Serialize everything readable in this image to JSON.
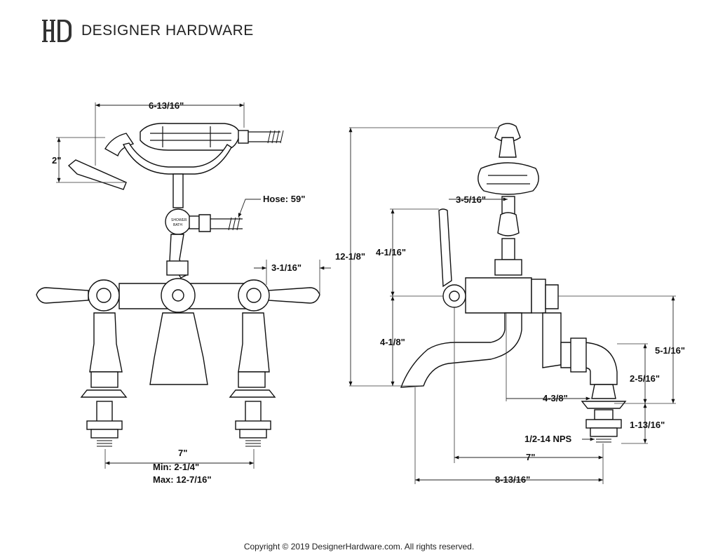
{
  "header": {
    "brand": "DESIGNER HARDWARE"
  },
  "footer": {
    "copyright": "Copyright © 2019 DesignerHardware.com. All rights reserved."
  },
  "front_view": {
    "handshower_width": "6-13/16\"",
    "handshower_head_height": "2\"",
    "hose": "Hose: 59\"",
    "handle_offset": "3-1/16\"",
    "center_spread": "7\"",
    "spread_min": "Min: 2-1/4\"",
    "spread_max": "Max: 12-7/16\""
  },
  "side_view": {
    "overall_height": "12-1/8\"",
    "cradle_offset": "3-5/16\"",
    "handle_height": "4-1/16\"",
    "spout_height": "4-1/8\"",
    "deck_height": "5-1/16\"",
    "leg_height": "2-5/16\"",
    "leg_offset": "4-3/8\"",
    "shank_length": "1-13/16\"",
    "thread": "1/2-14 NPS",
    "spout_reach": "7\"",
    "overall_reach": "8-13/16\""
  }
}
